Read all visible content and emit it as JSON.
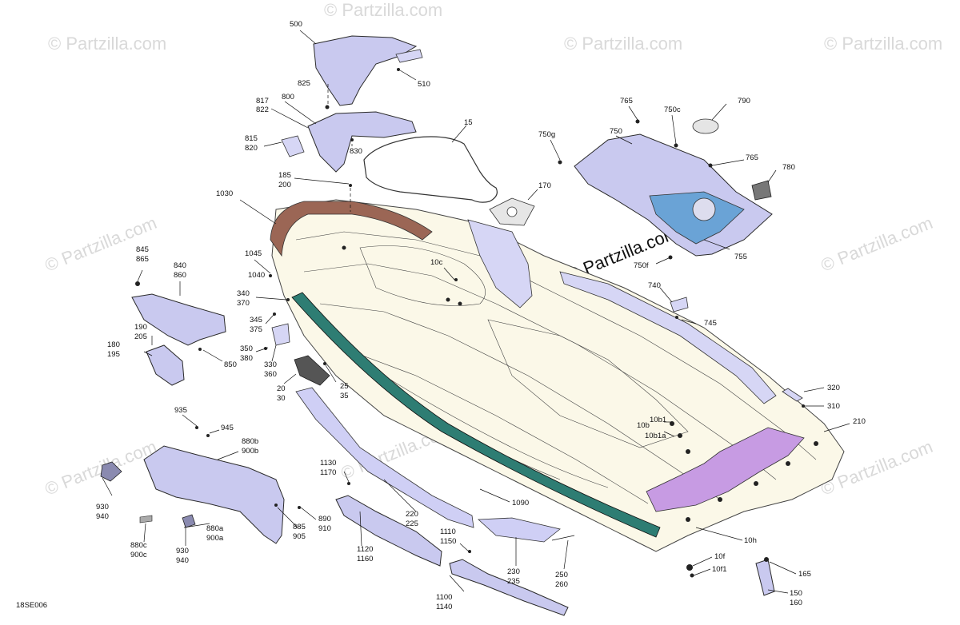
{
  "diagram": {
    "code": "18SE006",
    "watermark_small": "© Partzilla.com",
    "watermark_main": "© Partzilla.com"
  },
  "labels": {
    "l500": "500",
    "l510": "510",
    "l825": "825",
    "l817": "817",
    "l822": "822",
    "l800": "800",
    "l815": "815",
    "l820": "820",
    "l830": "830",
    "l15": "15",
    "l185": "185",
    "l200": "200",
    "l170": "170",
    "l1030": "1030",
    "l765a": "765",
    "l750c": "750c",
    "l790": "790",
    "l750g": "750g",
    "l750": "750",
    "l765b": "765",
    "l780": "780",
    "l755": "755",
    "l750f": "750f",
    "l845": "845",
    "l865": "865",
    "l840": "840",
    "l860": "860",
    "l1045": "1045",
    "l1040": "1040",
    "l10c": "10c",
    "l340": "340",
    "l370": "370",
    "l345": "345",
    "l375": "375",
    "l740": "740",
    "l745": "745",
    "l190": "190",
    "l205": "205",
    "l180": "180",
    "l195": "195",
    "l350": "350",
    "l380": "380",
    "l330": "330",
    "l360": "360",
    "l850": "850",
    "l25": "25",
    "l35": "35",
    "l20": "20",
    "l30": "30",
    "l320": "320",
    "l310": "310",
    "l210": "210",
    "l935": "935",
    "l945": "945",
    "l880b": "880b",
    "l900b": "900b",
    "l10b1": "10b1",
    "l10b": "10b",
    "l10b1a": "10b1a",
    "l1130": "1130",
    "l1170": "1170",
    "l930a": "930",
    "l940a": "940",
    "l220": "220",
    "l225": "225",
    "l1090": "1090",
    "l890": "890",
    "l910": "910",
    "l885": "885",
    "l905": "905",
    "l880a": "880a",
    "l900a": "900a",
    "l880c": "880c",
    "l900c": "900c",
    "l930b": "930",
    "l940b": "940",
    "l1120": "1120",
    "l1160": "1160",
    "l1110": "1110",
    "l1150": "1150",
    "l10h": "10h",
    "l230": "230",
    "l235": "235",
    "l250": "250",
    "l260": "260",
    "l10f": "10f",
    "l10f1": "10f1",
    "l165": "165",
    "l150": "150",
    "l160": "160",
    "l1100": "1100",
    "l1140": "1140"
  }
}
